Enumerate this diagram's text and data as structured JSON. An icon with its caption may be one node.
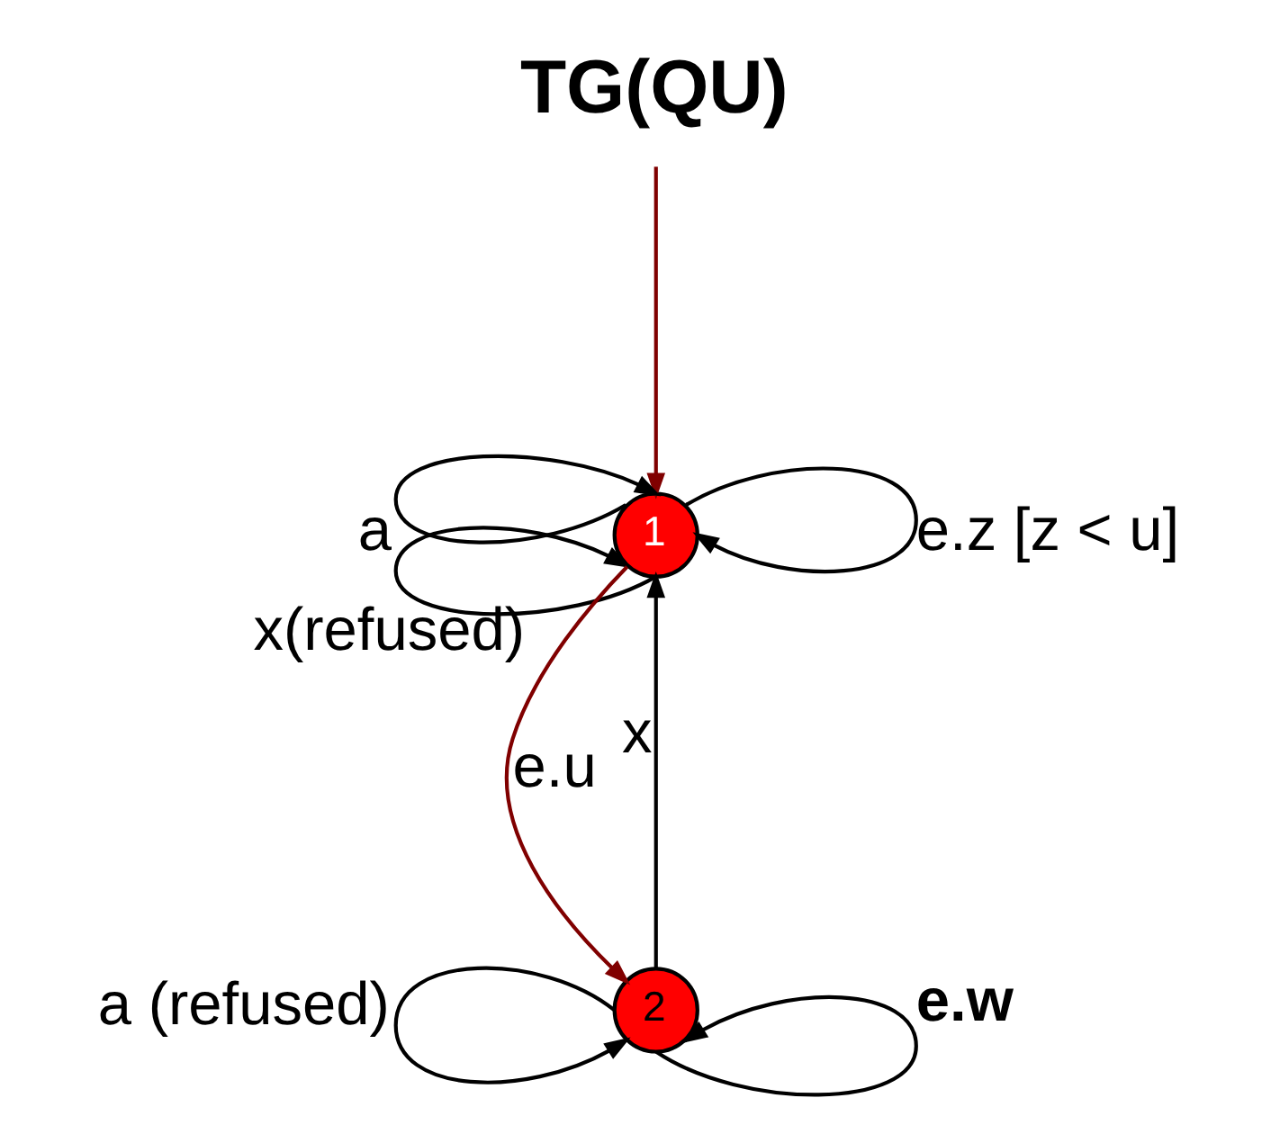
{
  "diagram": {
    "nodes": [
      {
        "text": [
          "TG(QU)"
        ]
      },
      {
        "text": [
          "1"
        ]
      },
      {
        "text": [
          "2"
        ]
      }
    ],
    "edges": [
      {
        "from": 0,
        "to": 1,
        "arrow": "to",
        "color": "#800000"
      },
      {
        "from": 1,
        "to": 1,
        "arrow": "to",
        "label": "e.z [z < u]"
      },
      {
        "from": 1,
        "to": 1,
        "arrow": "to",
        "label": "a"
      },
      {
        "from": 1,
        "to": 1,
        "arrow": "to",
        "label": "x(refused)"
      },
      {
        "from": 1,
        "to": 2,
        "arrow": "to",
        "label": "e.u",
        "color": "#800000"
      },
      {
        "from": 2,
        "to": 1,
        "arrow": "to",
        "label": "x"
      },
      {
        "from": 2,
        "to": 2,
        "arrow": "to",
        "label": "a (refused)"
      },
      {
        "from": 2,
        "to": 2,
        "arrow": "to",
        "label": "e.w"
      }
    ]
  }
}
